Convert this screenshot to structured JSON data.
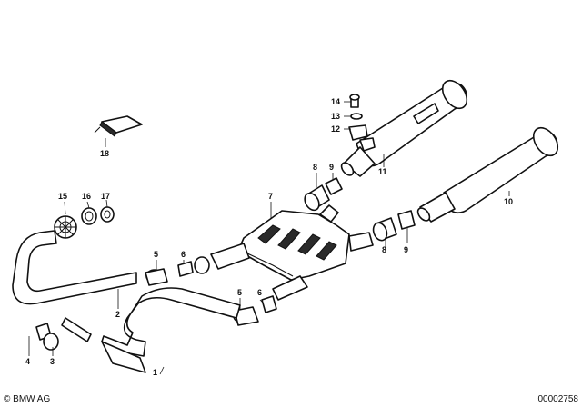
{
  "diagram": {
    "callouts": [
      {
        "id": "1",
        "label": "1"
      },
      {
        "id": "2",
        "label": "2"
      },
      {
        "id": "3",
        "label": "3"
      },
      {
        "id": "4",
        "label": "4"
      },
      {
        "id": "5a",
        "label": "5"
      },
      {
        "id": "6a",
        "label": "6"
      },
      {
        "id": "5b",
        "label": "5"
      },
      {
        "id": "6b",
        "label": "6"
      },
      {
        "id": "7",
        "label": "7"
      },
      {
        "id": "8a",
        "label": "8"
      },
      {
        "id": "9a",
        "label": "9"
      },
      {
        "id": "8b",
        "label": "8"
      },
      {
        "id": "9b",
        "label": "9"
      },
      {
        "id": "10",
        "label": "10"
      },
      {
        "id": "11",
        "label": "11"
      },
      {
        "id": "12",
        "label": "12"
      },
      {
        "id": "13",
        "label": "13"
      },
      {
        "id": "14",
        "label": "14"
      },
      {
        "id": "15",
        "label": "15"
      },
      {
        "id": "16",
        "label": "16"
      },
      {
        "id": "17",
        "label": "17"
      },
      {
        "id": "18",
        "label": "18"
      }
    ]
  },
  "footer": {
    "copyright": "© BMW AG",
    "drawing_number": "00002758"
  }
}
